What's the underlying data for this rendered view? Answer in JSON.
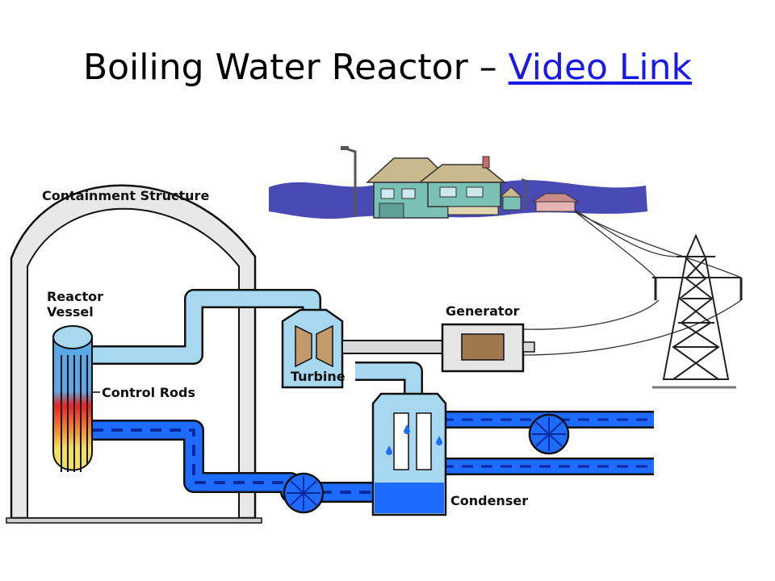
{
  "slide": {
    "title_prefix": "Boiling Water Reactor – ",
    "link_text": "Video Link"
  },
  "diagram": {
    "labels": {
      "containment": "Containment Structure",
      "reactor_1": "Reactor",
      "reactor_2": "Vessel",
      "control_rods": "Control Rods",
      "generator": "Generator",
      "turbine": "Turbine",
      "condenser": "Condenser"
    },
    "colors": {
      "steam": "#a8d8f0",
      "water": "#1e6bff",
      "water_dash": "#0a2aa0",
      "sky": "#4a4ab4",
      "concrete": "#ececec",
      "core_hot": "#e82222",
      "core_warm": "#f2e05a",
      "link": "#1a1ae6"
    }
  }
}
